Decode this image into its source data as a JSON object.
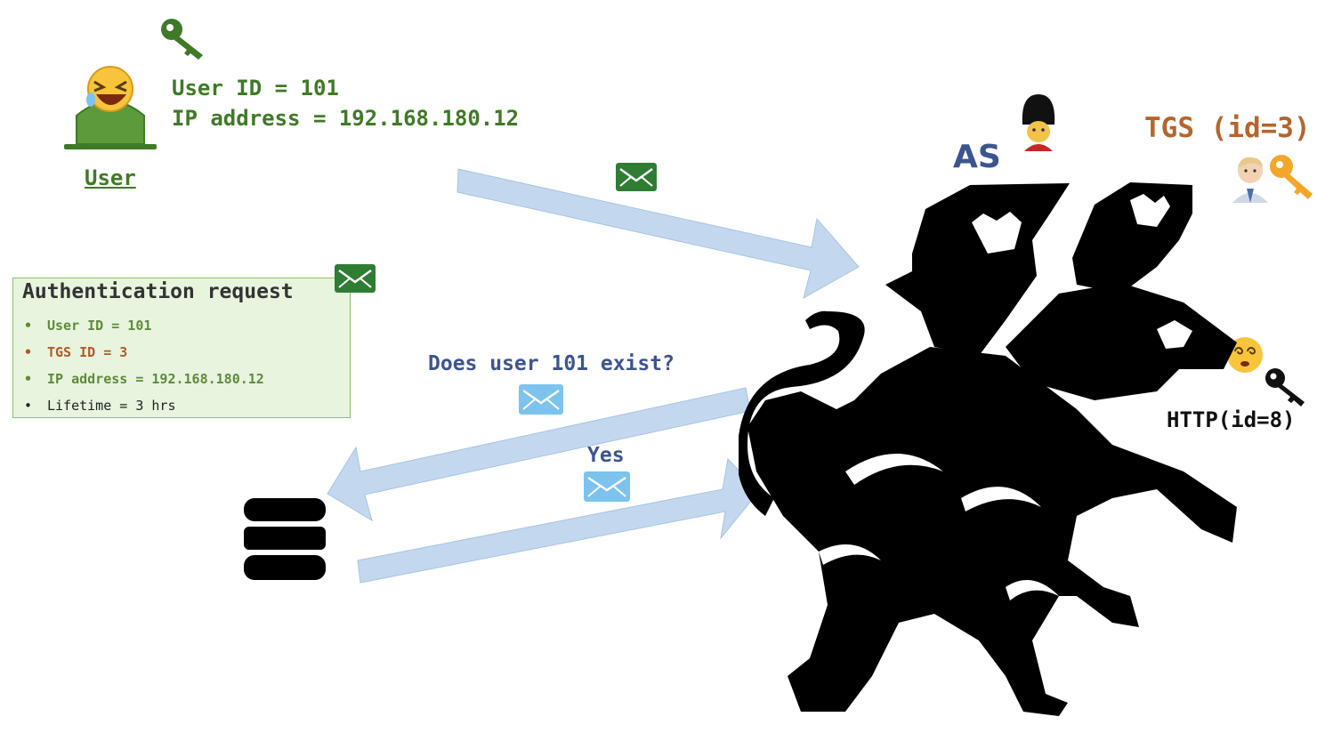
{
  "user": {
    "id_line": "User ID = 101",
    "ip_line": "IP address = 192.168.180.12",
    "caption": "User"
  },
  "request": {
    "title": "Authentication request",
    "items": [
      {
        "text": "User ID = 101",
        "color": "#5f8a3a"
      },
      {
        "text": "TGS ID = 3",
        "color": "#b25a24"
      },
      {
        "text": "IP address = 192.168.180.12",
        "color": "#5f8a3a"
      },
      {
        "text": "Lifetime = 3 hrs",
        "color": "#222222"
      }
    ]
  },
  "messages": {
    "question": "Does user 101 exist?",
    "answer": "Yes"
  },
  "servers": {
    "as_label": "AS",
    "tgs_label": "TGS (id=3)",
    "http_label": "HTTP(id=8)"
  },
  "colors": {
    "green": "#3f7a26",
    "blue": "#3d5490",
    "orange": "#b5652c",
    "arrow": "#c3d8ee",
    "envelope_green": "#2e7d32",
    "envelope_blue": "#7cc3ee"
  },
  "icons": [
    "key-icon",
    "user-emoji-icon",
    "envelope-icon",
    "database-icon",
    "guard-icon",
    "person-icon",
    "cerberus-icon"
  ]
}
